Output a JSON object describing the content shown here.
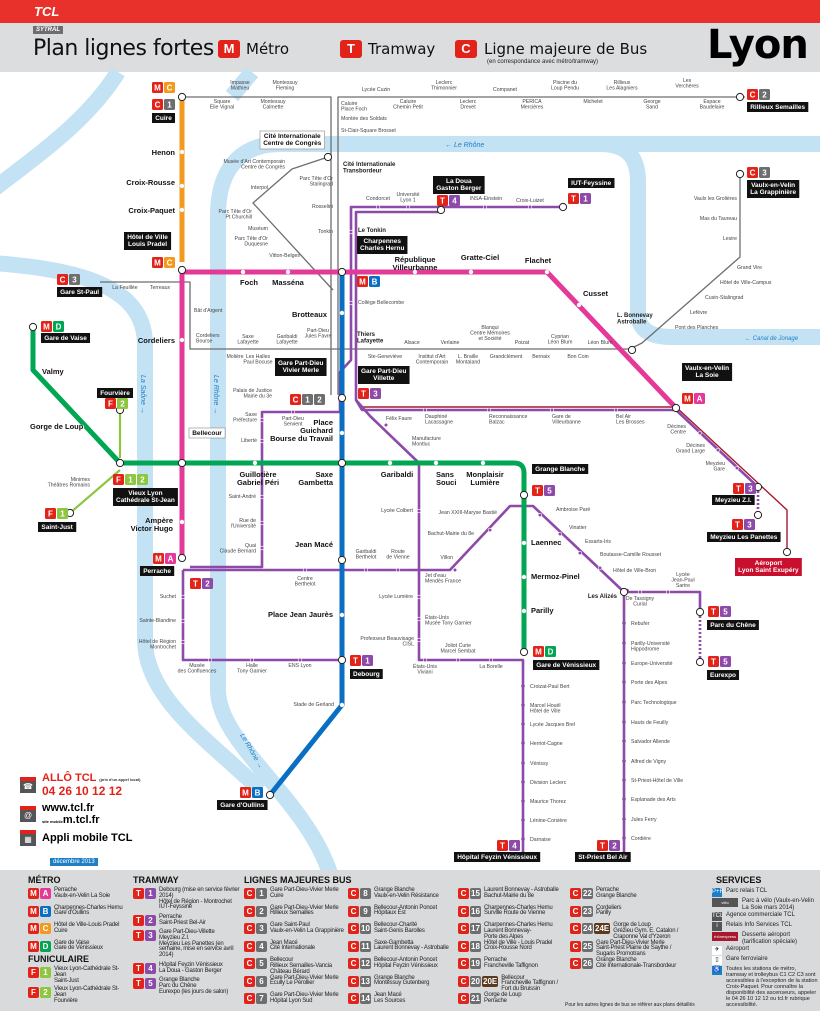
{
  "header": {
    "logo": "TCL",
    "sytral": "SYTRAL",
    "title": "Plan lignes fortes",
    "metro_badge": "M",
    "metro_label": "Métro",
    "tram_badge": "T",
    "tram_label": "Tramway",
    "bus_badge": "C",
    "bus_label": "Ligne majeure de Bus",
    "bus_sub": "(en correspondance avec métro/tramway)",
    "city": "Lyon"
  },
  "colors": {
    "red": "#e2231a",
    "A": "#e5399a",
    "B": "#0a6fc2",
    "C": "#f39a1e",
    "D": "#00a651",
    "tram": "#8d4aa8",
    "bus": "#6d6e70",
    "funi": "#8dc63f",
    "rhonexpress": "#a6192e",
    "river": "#c3e2f4"
  },
  "rivers": {
    "rhone_top": "← Le Rhône",
    "saone": "La Saône →",
    "rhone_mid": "Le Rhône →",
    "rhone_south": "Le Rhône →",
    "canal": "← Canal de Jonage"
  },
  "boxes": {
    "cuire": "Cuire",
    "rillieux": "Rillieux Semailles",
    "vaulx_grap": "Vaulx-en-Velin\nLa Grappinière",
    "cite_congres": "Cité Internationale\nCentre de Congrès",
    "ladoua": "La Doua\nGaston Berger",
    "iut": "IUT-Feyssine",
    "hdv": "Hôtel de Ville\nLouis Pradel",
    "charpennes": "Charpennes\nCharles Hernu",
    "stpaul": "Gare St-Paul",
    "vaise": "Gare de Vaise",
    "fourviere": "Fourvière",
    "bellecour": "Bellecour",
    "pd_vivier": "Gare Part-Dieu\nVivier Merle",
    "pd_villette": "Gare Part-Dieu\nVillette",
    "vaulx_soie": "Vaulx-en-Velin\nLa Soie",
    "vieux_lyon": "Vieux Lyon\nCathédrale St-Jean",
    "saint_just": "Saint-Just",
    "grange_blanche": "Grange Blanche",
    "perrache": "Perrache",
    "meyzieu_zi": "Meyzieu Z.I.",
    "meyzieu_pan": "Meyzieu Les Panettes",
    "aeroport": "Aéroport\nLyon Saint Exupéry",
    "debourg": "Debourg",
    "venissieux": "Gare de Vénissieux",
    "parc_chene": "Parc du Chêne",
    "eurexpo": "Eurexpo",
    "oullins": "Gare d'Oullins",
    "feyzin": "Hôpital Feyzin Vénissieux",
    "stpriest": "St-Priest Bel Air"
  },
  "badges": {
    "cuire_mc": [
      "M",
      "C"
    ],
    "cuire_c1": [
      "C",
      "1"
    ],
    "rillieux_c2": [
      "C",
      "2"
    ],
    "vaulx_grap_c3": [
      "C",
      "3"
    ],
    "iut_t1": [
      "T",
      "1"
    ],
    "ladoua_t4": [
      "T",
      "4"
    ],
    "hdv_mc": [
      "M",
      "C"
    ],
    "charpennes_mb": [
      "M",
      "B"
    ],
    "stpaul_c3": [
      "C",
      "3"
    ],
    "vaise_md": [
      "M",
      "D"
    ],
    "fourviere_f2": [
      "F",
      "2"
    ],
    "pd_c12": [
      "C",
      "1",
      "2"
    ],
    "pd_t3": [
      "T",
      "3"
    ],
    "soie_ma": [
      "M",
      "A"
    ],
    "vieux_lyon_f12": [
      "F",
      "1",
      "2"
    ],
    "saint_just_f1": [
      "F",
      "1"
    ],
    "perrache_ma": [
      "M",
      "A"
    ],
    "perrache_t2": [
      "T",
      "2"
    ],
    "grange_t5": [
      "T",
      "5"
    ],
    "meyzieu_zi_t3": [
      "T",
      "3"
    ],
    "panettes_t3": [
      "T",
      "3"
    ],
    "debourg_t1": [
      "T",
      "1"
    ],
    "venissieux_md": [
      "M",
      "D"
    ],
    "parc_chene_t5": [
      "T",
      "5"
    ],
    "eurexpo_t5": [
      "T",
      "5"
    ],
    "oullins_mb": [
      "M",
      "B"
    ],
    "feyzin_t4": [
      "T",
      "4"
    ],
    "stpriest_t2": [
      "T",
      "2"
    ]
  },
  "stations": {
    "sq_vignal": "Square\nÉlie Vignal",
    "imp_mathieu": "Impasse\nMathieu",
    "mont_calmette": "Montessuy\nCalmette",
    "mont_fleming": "Montessuy\nFleming",
    "caluire_foch": "Caluire\nPlace Foch",
    "montee_soldats": "Montée des Soldats",
    "stclair": "St-Clair-Square Brosset",
    "lycee_cuzin": "Lycée Cuzin",
    "caluire_petit": "Caluire\nChemin Petit",
    "leclerc_thim": "Leclerc\nThimonnier",
    "leclerc_drevet": "Leclerc\nDrevet",
    "companet": "Companet",
    "perica": "PERICA\nMercières",
    "piscine": "Piscine du\nLoup Pendu",
    "michelet": "Michelet",
    "rillieux_alag": "Rillieux\nLes Alagniers",
    "george_sand": "George\nSand",
    "vercheres": "Les\nVerchères",
    "espace_baud": "Espace\nBaudelaire",
    "henon": "Henon",
    "croix_rousse": "Croix-Rousse",
    "croix_paquet": "Croix-Paquet",
    "foch": "Foch",
    "massena": "Masséna",
    "republique": "République\nVilleurbanne",
    "gratte_ciel": "Gratte-Ciel",
    "flachet": "Flachet",
    "cusset": "Cusset",
    "bonnevay": "L. Bonnevay\nAstroballe",
    "brotteaux": "Brotteaux",
    "cordeliers": "Cordeliers",
    "thiers": "Thiers\nLafayette",
    "valmy": "Valmy",
    "gorge_loup": "Gorge de Loup",
    "place_guichard": "Place\nGuichard\nBourse du Travail",
    "ampere": "Ampère\nVictor Hugo",
    "guillotiere": "Guillotière\nGabriel Péri",
    "saxe": "Saxe\nGambetta",
    "garibaldi": "Garibaldi",
    "sans_souci": "Sans\nSouci",
    "monplaisir": "Monplaisir\nLumière",
    "laennec": "Laennec",
    "mermoz": "Mermoz-Pinel",
    "parilly": "Parilly",
    "jean_mace": "Jean Macé",
    "jean_jaures": "Place Jean Jaurès",
    "transbordeur": "Cité Internationale\nTransbordeur",
    "le_tonkin": "Le Tonkin",
    "musee_art": "Musée d'Art Contemporain\nCentre de Congrès",
    "interpol": "Interpol",
    "tete_or_churchill": "Parc Tête d'Or\nPt Churchill",
    "museum": "Muséum",
    "tete_or_duquesne": "Parc Tête d'Or\nDuquesne",
    "vitton": "Vitton-Belges",
    "tete_or_stalingrad": "Parc Tête d'Or\nStalingrad",
    "rosselini": "Rosselini",
    "tonkin_c": "Tonkin",
    "condorcet": "Condorcet",
    "univ_lyon1": "Université\nLyon 1",
    "insa": "INSA-Einstein",
    "croix_luizet": "Croix-Luizet",
    "college_bellecombe": "Collège Bellecombe",
    "la_feuillee": "La Feuillée",
    "terreaux": "Terreaux",
    "bat_argent": "Bât d'Argent",
    "cordeliers_bourse": "Cordeliers\nBourse",
    "saxe_laf": "Saxe\nLafayette",
    "garibaldi_laf": "Garibaldi\nLafayette",
    "pd_jules_favre": "Part-Dieu\nJules Favre",
    "moliere": "Molière",
    "les_halles": "Les Halles\nPaul Bocuse",
    "ste_genevieve": "Ste-Geneviève",
    "alsace": "Alsace",
    "institut_art": "Institut d'Art\nContemporain",
    "verlaine": "Verlaine",
    "braille": "L. Braille\nMontaland",
    "blanqui": "Blanqui\nCentre Mémoires\net Société",
    "grandclement": "Grandclément",
    "poizat": "Poizat",
    "bernaix": "Bernaix",
    "cyprian": "Cyprian\nLéon Blum",
    "bon_coin": "Bon Coin",
    "leon_blum": "Léon Blum",
    "pont_planches": "Pont des Planches",
    "lefevre": "Lefèvre",
    "cusin": "Cusin-Stalingrad",
    "hdv_campus": "Hôtel de Ville-Campus",
    "grand_vire": "Grand Vire",
    "lesire": "Lesire",
    "mas_taureau": "Mas du Taureau",
    "vaulx_grolieres": "Vaulx les Grolières",
    "palais_justice": "Palais de Justice\nMairie du 3e",
    "saxe_prefecture": "Saxe\nPréfecture",
    "liberte": "Liberté",
    "pd_servient": "Part-Dieu\nServient",
    "felix_faure": "Félix Faure",
    "manufacture": "Manufacture\nMontluc",
    "dauphine": "Dauphiné\nLacassagne",
    "reconnaissance": "Reconnaissance\nBalzac",
    "gare_villeurbanne": "Gare de\nVilleurbanne",
    "bel_air": "Bel Air\nLes Brosses",
    "decines_centre": "Décines\nCentre",
    "decines_gl": "Décines\nGrand Large",
    "meyzieu_gare": "Meyzieu\nGare",
    "minimes": "Minimes\nThéâtres Romains",
    "saint_andre": "Saint-André",
    "rue_univ": "Rue de\nl'Université",
    "quai_cb": "Quai\nClaude Bernard",
    "centre_berthelot": "Centre\nBerthelot",
    "garibaldi_berthelot": "Garibaldi\nBerthelot",
    "route_vienne": "Route\nde Vienne",
    "lycee_colbert": "Lycée Colbert",
    "jean23": "Jean XXIII-Maryse Bastié",
    "bachut": "Bachut-Mairie du 8e",
    "villon": "Villon",
    "jet_deau": "Jet d'eau\nMendès France",
    "lycee_lumiere": "Lycée Lumière",
    "etats_unis": "États-Unis\nMusée Tony Garnier",
    "prof_beauvisage": "Professeur Beauvisage\nCISL",
    "etats_unis_viviani": "États-Unis\nViviani",
    "joliot": "Joliot Curie\nMarcel Sembat",
    "la_borelle": "La Borelle",
    "ambroise": "Ambroise Paré",
    "vinatier": "Vinatier",
    "essarts": "Essarts-Iris",
    "boutasse": "Boutasse-Camille Rousset",
    "hdv_bron": "Hôtel de Ville-Bron",
    "les_alizes": "Les Alizés",
    "de_tassigny": "De Tassigny\nCurial",
    "lycee_sartre": "Lycée\nJean-Paul\nSartre",
    "suchet": "Suchet",
    "ste_blandine": "Sainte-Blandine",
    "hdr_montrochet": "Hôtel de Région\nMontrochet",
    "musee_confluences": "Musée\ndes Confluences",
    "halle_garnier": "Halle\nTony Garnier",
    "ens_lyon": "ENS Lyon",
    "stade_gerland": "Stade de Gerland",
    "croizat": "Croizat-Paul Bert",
    "marcel_houel": "Marcel Houël\nHôtel de Ville",
    "lycee_brel": "Lycée Jacques Brel",
    "herriot": "Herriot-Cagne",
    "venissy": "Vénissy",
    "division": "Division Leclerc",
    "thorez": "Maurice Thorez",
    "lenine": "Lénine-Corsière",
    "darnaise": "Darnaise",
    "rebufer": "Rebufer",
    "parilly_hipp": "Parilly-Université\nHippodrome",
    "europe_univ": "Europe-Université",
    "porte_alpes": "Porte des Alpes",
    "parc_tech": "Parc Technologique",
    "hauts_feuilly": "Hauts de Feuilly",
    "salvador": "Salvador Allende",
    "alfred_vigny": "Alfred de Vigny",
    "stpriest_hdv": "St-Priest-Hôtel de Ville",
    "esplanade": "Esplanade des Arts",
    "jules_ferry": "Jules Ferry",
    "cordiere": "Cordière"
  },
  "contact": {
    "allo": "ALLÔ TCL",
    "allo_note": "(prix d'un appel local)",
    "phone": "04 26 10 12 12",
    "web": "www.tcl.fr",
    "mobile_prefix": "site mobile",
    "mobile": "m.tcl.fr",
    "app": "Appli mobile TCL",
    "date": "décembre 2013"
  },
  "legend": {
    "metro_title": "MÉTRO",
    "tram_title": "TRAMWAY",
    "bus_title": "LIGNES MAJEURES BUS",
    "funi_title": "FUNICULAIRE",
    "services_title": "SERVICES",
    "footnote": "Pour les autres lignes de bus se référer aux plans détaillés",
    "metro": [
      {
        "b": [
          "M",
          "A"
        ],
        "t": "Perrache\nVaulx-en-Velin La Soie"
      },
      {
        "b": [
          "M",
          "B"
        ],
        "t": "Charpennes-Charles Hernu\nGare d'Oullins"
      },
      {
        "b": [
          "M",
          "C"
        ],
        "t": "Hôtel de Ville-Louis Pradel\nCuire"
      },
      {
        "b": [
          "M",
          "D"
        ],
        "t": "Gare de Vaise\nGare de Vénissieux"
      }
    ],
    "funi": [
      {
        "b": [
          "F",
          "1"
        ],
        "t": "Vieux Lyon-Cathédrale St-Jean\nSaint-Just"
      },
      {
        "b": [
          "F",
          "2"
        ],
        "t": "Vieux Lyon-Cathédrale St-Jean\nFourvière"
      }
    ],
    "tram": [
      {
        "b": [
          "T",
          "1"
        ],
        "t": "Debourg (mise en service février 2014)\nHôtel de Région - Montrochet\nIUT-Feyssine"
      },
      {
        "b": [
          "T",
          "2"
        ],
        "t": "Perrache\nSaint-Priest Bel-Air"
      },
      {
        "b": [
          "T",
          "3"
        ],
        "t": "Gare Part-Dieu-Villette\nMeyzieu Z.I.\nMeyzieu Les Panettes (en semaine, mise en service avril 2014)"
      },
      {
        "b": [
          "T",
          "4"
        ],
        "t": "Hôpital Feyzin Vénissieux\nLa Doua - Gaston Berger"
      },
      {
        "b": [
          "T",
          "5"
        ],
        "t": "Grange Blanche\nParc du Chêne\nEurexpo (les jours de salon)"
      }
    ],
    "bus": [
      {
        "b": [
          "C",
          "1"
        ],
        "t": "Gare Part-Dieu-Vivier Merle\nCuire"
      },
      {
        "b": [
          "C",
          "2"
        ],
        "t": "Gare Part-Dieu-Vivier Merle\nRillieux Semailles"
      },
      {
        "b": [
          "C",
          "3"
        ],
        "t": "Gare Saint-Paul\nVaulx-en-Velin La Grappinière"
      },
      {
        "b": [
          "C",
          "4"
        ],
        "t": "Jean Macé\nCité Internationale"
      },
      {
        "b": [
          "C",
          "5"
        ],
        "t": "Bellecour\nRillieux Semailles-Vancia\nChâteau Bérard"
      },
      {
        "b": [
          "C",
          "6"
        ],
        "t": "Gare Part-Dieu-Vivier Merle\nÉcully Le Pérollier"
      },
      {
        "b": [
          "C",
          "7"
        ],
        "t": "Gare Part-Dieu-Vivier Merle\nHôpital Lyon Sud"
      },
      {
        "b": [
          "C",
          "8"
        ],
        "t": "Grange Blanche\nVaulx-en-Velin Résistance"
      },
      {
        "b": [
          "C",
          "9"
        ],
        "t": "Bellecour-Antonin Poncet\nHôpitaux Est"
      },
      {
        "b": [
          "C",
          "10"
        ],
        "t": "Bellecour-Charité\nSaint-Genis Barolles"
      },
      {
        "b": [
          "C",
          "11"
        ],
        "t": "Saxe-Gambetta\nLaurent Bonnevay - Astroballe"
      },
      {
        "b": [
          "C",
          "12"
        ],
        "t": "Bellecour-Antonin Poncet\nHôpital Feyzin Vénissieux"
      },
      {
        "b": [
          "C",
          "13"
        ],
        "t": "Grange Blanche\nMontessuy Gutenberg"
      },
      {
        "b": [
          "C",
          "14"
        ],
        "t": "Jean Macé\nLes Sources"
      },
      {
        "b": [
          "C",
          "15"
        ],
        "t": "Laurent Bonnevay - Astroballe\nBachut-Mairie du 8e"
      },
      {
        "b": [
          "C",
          "16"
        ],
        "t": "Charpennes-Charles Hernu\nSurville Route de Vienne"
      },
      {
        "b": [
          "C",
          "17"
        ],
        "t": "Charpennes-Charles Hernu\nLaurent Bonnevay-\nPorte des Alpes"
      },
      {
        "b": [
          "C",
          "18"
        ],
        "t": "Hôtel de Ville - Louis Pradel\nCroix-Rousse Nord"
      },
      {
        "b": [
          "C",
          "19"
        ],
        "t": "Perrache\nFrancheville Taffignon"
      },
      {
        "b": [
          "C",
          "20",
          "20E"
        ],
        "t": "Bellecour\nFrancheville Taffignon /\nFort du Bruissin"
      },
      {
        "b": [
          "C",
          "21"
        ],
        "t": "Gorge de Loup\nPerrache"
      },
      {
        "b": [
          "C",
          "22"
        ],
        "t": "Perrache\nGrange Blanche"
      },
      {
        "b": [
          "C",
          "23"
        ],
        "t": "Cordeliers\nParilly"
      },
      {
        "b": [
          "C",
          "24",
          "24E"
        ],
        "t": "Gorge de Loup\nGrézieu Gym. E. Catalon /\nCraponne Val d'Yzeron"
      },
      {
        "b": [
          "C",
          "25"
        ],
        "t": "Gare Part-Dieu-Vivier Merle\nSaint-Priest Plaine de Saythe /\nSugaris Promotrans"
      },
      {
        "b": [
          "C",
          "26"
        ],
        "t": "Grange Blanche\nCité Internationale-Transbordeur"
      }
    ],
    "services": [
      {
        "icon": "P+R",
        "c": "#1f7fc5",
        "t": "Parc relais TCL"
      },
      {
        "icon": "vélo",
        "c": "#555",
        "t": "Parc à vélo (Vaulx-en-Velin La Soie mars 2014)"
      },
      {
        "icon": "TCL",
        "c": "#555",
        "t": "Agence commerciale TCL"
      },
      {
        "icon": "i",
        "c": "#555",
        "t": "Relais Info Services TCL"
      },
      {
        "icon": "rhônexpress",
        "c": "#a6192e",
        "t": "Desserte aéroport (tarification spéciale)"
      },
      {
        "icon": "✈",
        "c": "#fff",
        "t": "Aéroport"
      },
      {
        "icon": "▯",
        "c": "#fff",
        "t": "Gare ferroviaire"
      },
      {
        "icon": "♿",
        "c": "#1f7fc5",
        "t": "Toutes les stations de métro, tramway et trolleybus C1 C2 C3 sont accessibles à l'exception de la station Croix-Paquet. Pour connaître la disponibilité des ascenseurs, appeler le 04 26 10 12 12 ou tcl.fr rubrique accessibilité."
      }
    ]
  }
}
